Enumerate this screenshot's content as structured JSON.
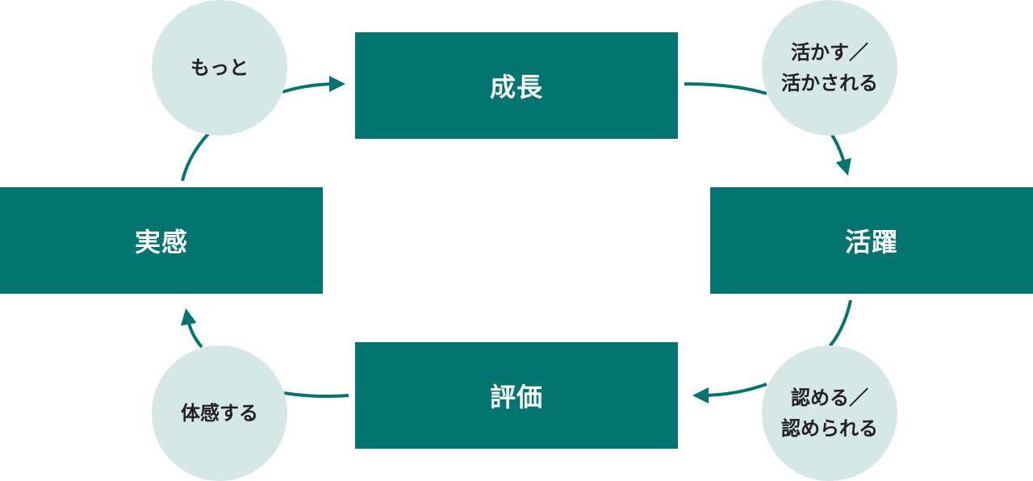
{
  "colors": {
    "box": "#027570",
    "circle": "#d6e8e6",
    "arrow": "#027570",
    "box_text": "#ffffff",
    "circle_text": "#222222"
  },
  "boxes": {
    "growth": "成長",
    "activity": "活躍",
    "evaluation": "評価",
    "realization": "実感"
  },
  "circles": {
    "more": [
      "もっと"
    ],
    "utilize": [
      "活かす／",
      "活かされる"
    ],
    "recognize": [
      "認める／",
      "認められる"
    ],
    "experience": [
      "体感する"
    ]
  }
}
